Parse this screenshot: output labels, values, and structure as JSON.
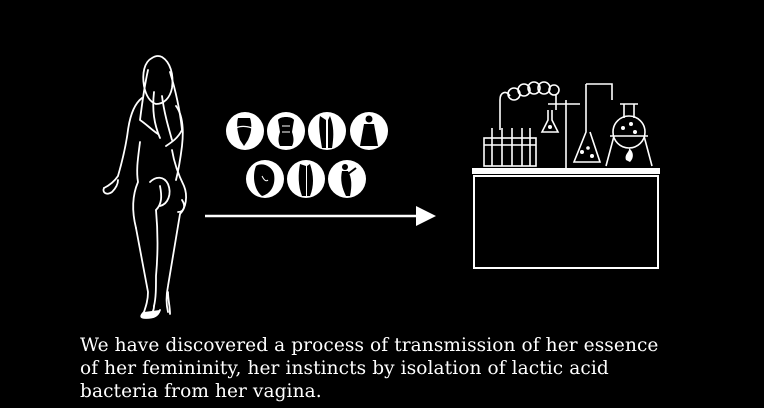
{
  "colors": {
    "background": "#000000",
    "foreground": "#ffffff"
  },
  "icons": {
    "woman": "woman-silhouette-icon",
    "portraits": [
      "lingerie-portrait-icon",
      "corset-portrait-icon",
      "stockings-portrait-icon",
      "dress-portrait-icon",
      "face-portrait-icon",
      "legs-portrait-icon",
      "pose-portrait-icon"
    ],
    "arrow": "arrow-right-icon",
    "lab": "laboratory-equipment-icon"
  },
  "caption": {
    "line1": "We have discovered a process of transmission of her essence",
    "line2": "of her femininity, her instincts by isolation of lactic acid",
    "line3": "bacteria from her vagina."
  }
}
